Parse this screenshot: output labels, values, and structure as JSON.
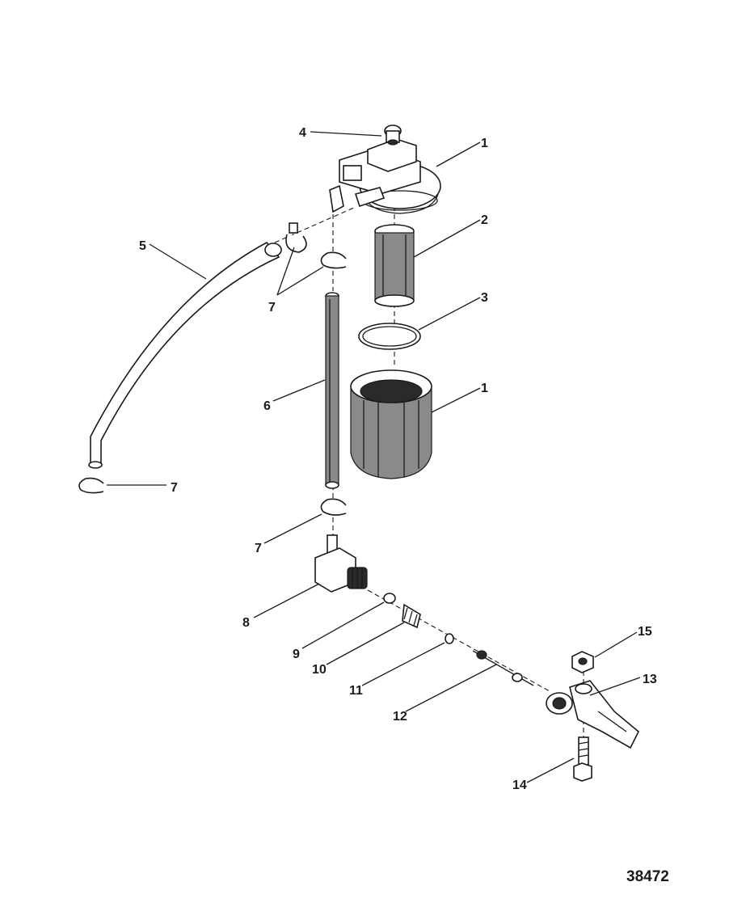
{
  "diagram": {
    "drawing_number": "38472",
    "callouts": [
      {
        "id": "c1a",
        "label": "1"
      },
      {
        "id": "c2",
        "label": "2"
      },
      {
        "id": "c3",
        "label": "3"
      },
      {
        "id": "c1b",
        "label": "1"
      },
      {
        "id": "c4",
        "label": "4"
      },
      {
        "id": "c5",
        "label": "5"
      },
      {
        "id": "c6",
        "label": "6"
      },
      {
        "id": "c7a",
        "label": "7"
      },
      {
        "id": "c7b",
        "label": "7"
      },
      {
        "id": "c7c",
        "label": "7"
      },
      {
        "id": "c8",
        "label": "8"
      },
      {
        "id": "c9",
        "label": "9"
      },
      {
        "id": "c10",
        "label": "10"
      },
      {
        "id": "c11",
        "label": "11"
      },
      {
        "id": "c12",
        "label": "12"
      },
      {
        "id": "c13",
        "label": "13"
      },
      {
        "id": "c14",
        "label": "14"
      },
      {
        "id": "c15",
        "label": "15"
      }
    ]
  }
}
